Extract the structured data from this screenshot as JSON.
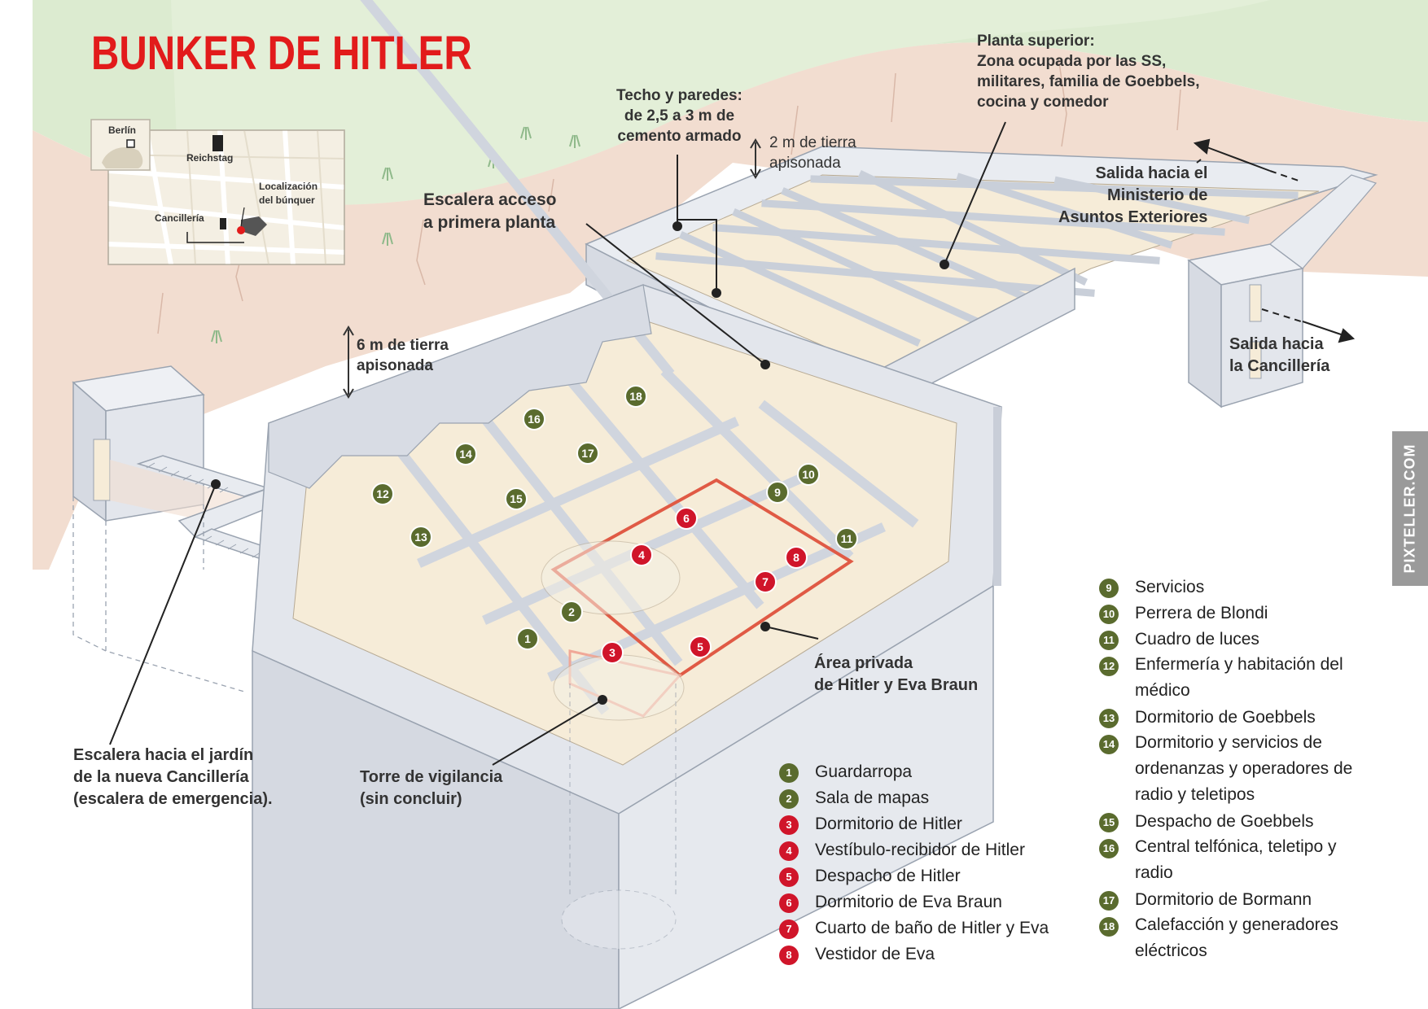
{
  "title": "BUNKER DE HITLER",
  "map": {
    "berlin": "Berlín",
    "reichstag": "Reichstag",
    "location_1": "Localización",
    "location_2": "del búnquer",
    "chancellery": "Cancillería"
  },
  "annotations": {
    "upper_floor": [
      "Planta superior:",
      "Zona ocupada por las SS,",
      "militares, familia de Goebbels,",
      "cocina y comedor"
    ],
    "roof_walls": [
      "Techo y paredes:",
      "de 2,5 a 3 m de",
      "cemento armado"
    ],
    "earth_2m": [
      "2 m de tierra",
      "apisonada"
    ],
    "stair_first_floor": [
      "Escalera acceso",
      "a primera planta"
    ],
    "exit_ministry": [
      "Salida hacia el",
      "Ministerio de",
      "Asuntos Exteriores"
    ],
    "earth_6m": [
      "6 m de tierra",
      "apisonada"
    ],
    "exit_chancellery": [
      "Salida hacia",
      "la Cancillería"
    ],
    "private_area": [
      "Área privada",
      "de Hitler y Eva Braun"
    ],
    "garden_stair": [
      "Escalera hacia el jardín",
      "de la nueva Cancillería",
      "(escalera de emergencia)."
    ],
    "watchtower": [
      "Torre de vigilancia",
      "(sin concluir)"
    ]
  },
  "legend_left": [
    {
      "num": "1",
      "label": "Guardarropa",
      "type": "green"
    },
    {
      "num": "2",
      "label": "Sala de mapas",
      "type": "green"
    },
    {
      "num": "3",
      "label": "Dormitorio de Hitler",
      "type": "red"
    },
    {
      "num": "4",
      "label": "Vestíbulo-recibidor de Hitler",
      "type": "red"
    },
    {
      "num": "5",
      "label": "Despacho de Hitler",
      "type": "red"
    },
    {
      "num": "6",
      "label": "Dormitorio de Eva Braun",
      "type": "red"
    },
    {
      "num": "7",
      "label": "Cuarto de baño de Hitler y Eva",
      "type": "red"
    },
    {
      "num": "8",
      "label": "Vestidor de Eva",
      "type": "red"
    }
  ],
  "legend_right": [
    {
      "num": "9",
      "label": "Servicios",
      "lines": 1
    },
    {
      "num": "10",
      "label": "Perrera de Blondi",
      "lines": 1
    },
    {
      "num": "11",
      "label": "Cuadro de luces",
      "lines": 1
    },
    {
      "num": "12",
      "label": "Enfermería y habitación del médico",
      "lines": 2
    },
    {
      "num": "13",
      "label": "Dormitorio de Goebbels",
      "lines": 1
    },
    {
      "num": "14",
      "label": "Dormitorio y servicios de ordenanzas y operadores de radio y teletipos",
      "lines": 3
    },
    {
      "num": "15",
      "label": "Despacho de Goebbels",
      "lines": 1
    },
    {
      "num": "16",
      "label": "Central telfónica, teletipo y radio",
      "lines": 2
    },
    {
      "num": "17",
      "label": "Dormitorio de Bormann",
      "lines": 1
    },
    {
      "num": "18",
      "label": "Calefacción y generadores eléctricos",
      "lines": 2
    }
  ],
  "watermark": "PIXTELLER.COM",
  "colors": {
    "title_red": "#e21b1b",
    "green_badge": "#5a6b2e",
    "red_badge": "#d0152a",
    "private_outline": "#e05a45",
    "wall": "#dde1e8",
    "floor": "#f6ecd8",
    "earth": "#f2ddd0",
    "grass": "#dcebd0"
  }
}
